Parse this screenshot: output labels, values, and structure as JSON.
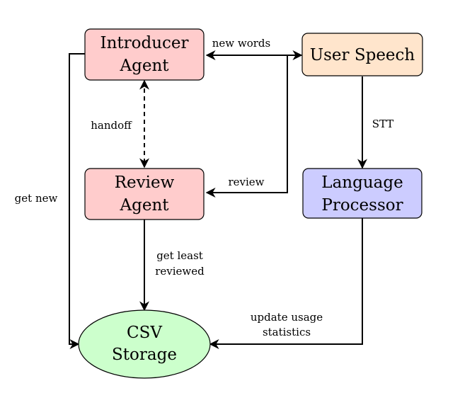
{
  "nodes": {
    "introducer": {
      "lines": [
        "Introducer",
        "Agent"
      ],
      "fill": "#ffcccc"
    },
    "review": {
      "lines": [
        "Review",
        "Agent"
      ],
      "fill": "#ffcccc"
    },
    "user_speech": {
      "lines": [
        "User Speech"
      ],
      "fill": "#ffe5cc"
    },
    "language_processor": {
      "lines": [
        "Language",
        "Processor"
      ],
      "fill": "#ccccff"
    },
    "csv_storage": {
      "lines": [
        "CSV",
        "Storage"
      ],
      "fill": "#ccffcc"
    }
  },
  "edges": {
    "new_words": {
      "lines": [
        "new words"
      ]
    },
    "handoff": {
      "lines": [
        "handoff"
      ]
    },
    "review": {
      "lines": [
        "review"
      ]
    },
    "stt": {
      "lines": [
        "STT"
      ]
    },
    "get_new": {
      "lines": [
        "get new"
      ]
    },
    "get_least_reviewed": {
      "lines": [
        "get least",
        "reviewed"
      ]
    },
    "update_usage": {
      "lines": [
        "update usage",
        "statistics"
      ]
    }
  }
}
